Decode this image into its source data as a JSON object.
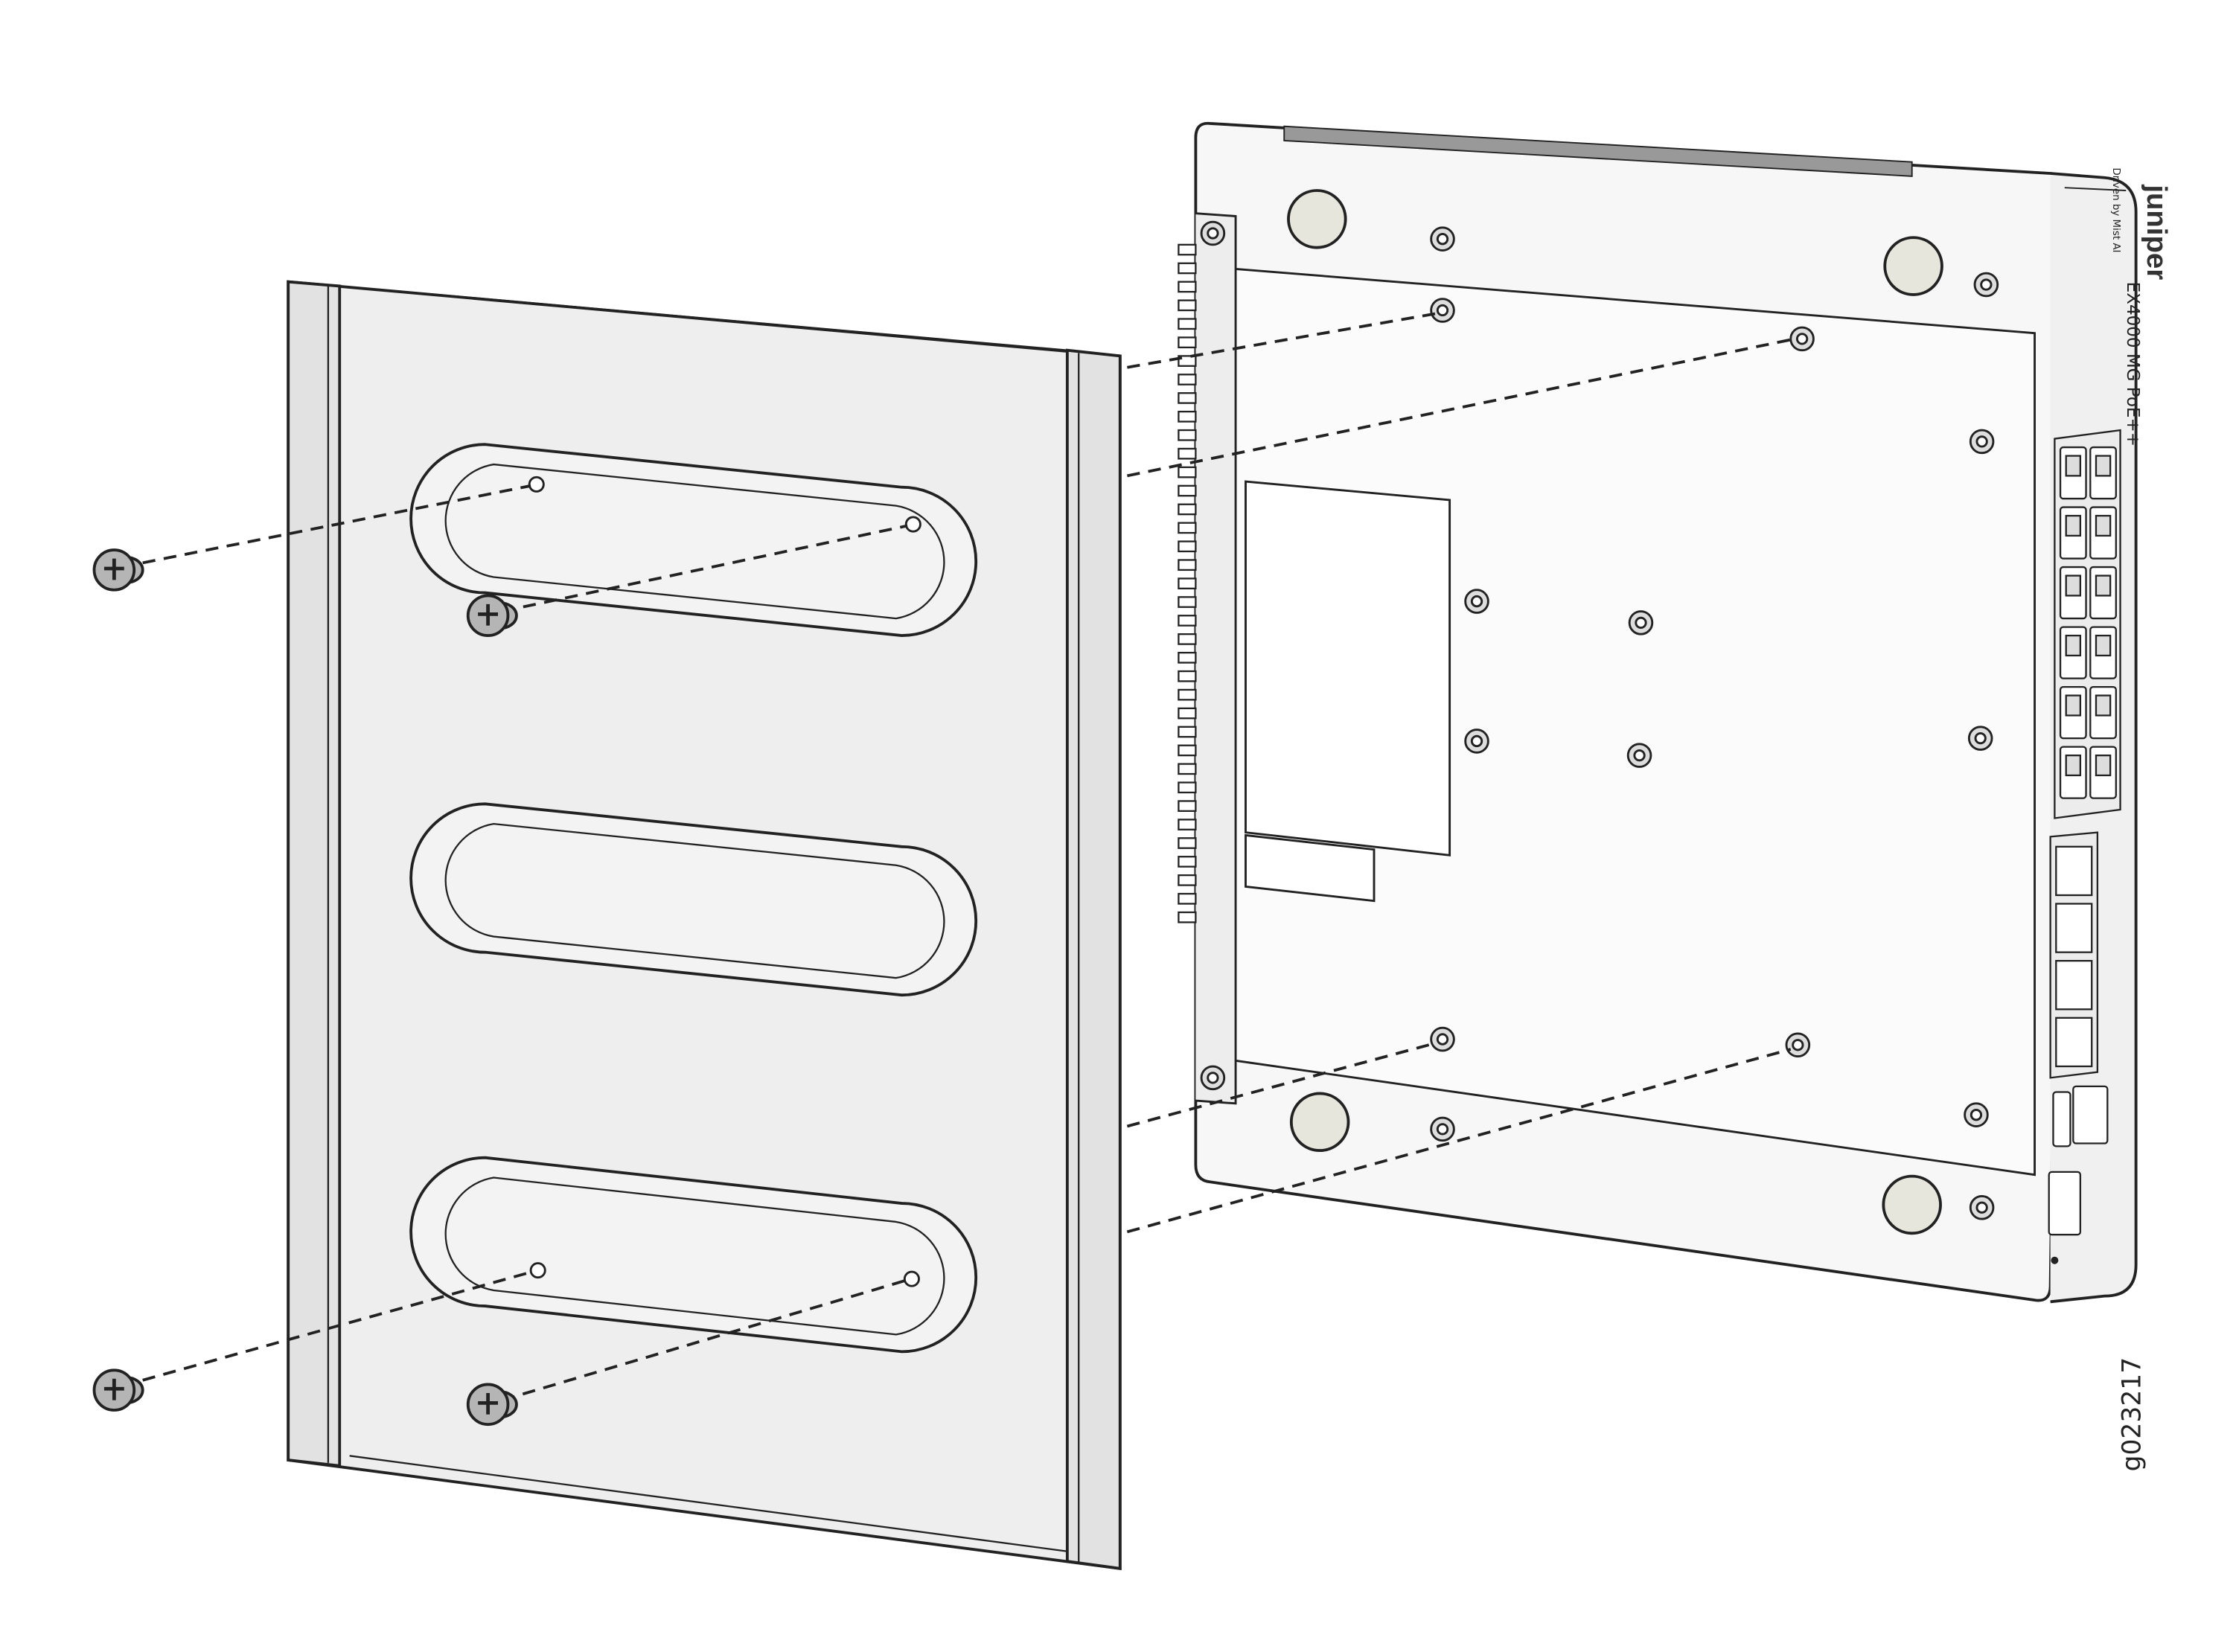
{
  "figure": {
    "figure_id": "g023217",
    "device": {
      "brand": "juniper",
      "sub_brand": "Driven by Mist AI",
      "model": "EX4000 MG PoE++"
    },
    "colors": {
      "stroke": "#222222",
      "bracket_fill": "#eeeeee",
      "device_fill": "#f7f7f7",
      "screw_fill": "#b5b5b5",
      "foot_fill": "#e6e6dc"
    },
    "screws": {
      "count": 4,
      "icon": "phillips-screw-icon"
    },
    "ports": {
      "rj45_count": 12,
      "sfp_count": 4
    }
  }
}
